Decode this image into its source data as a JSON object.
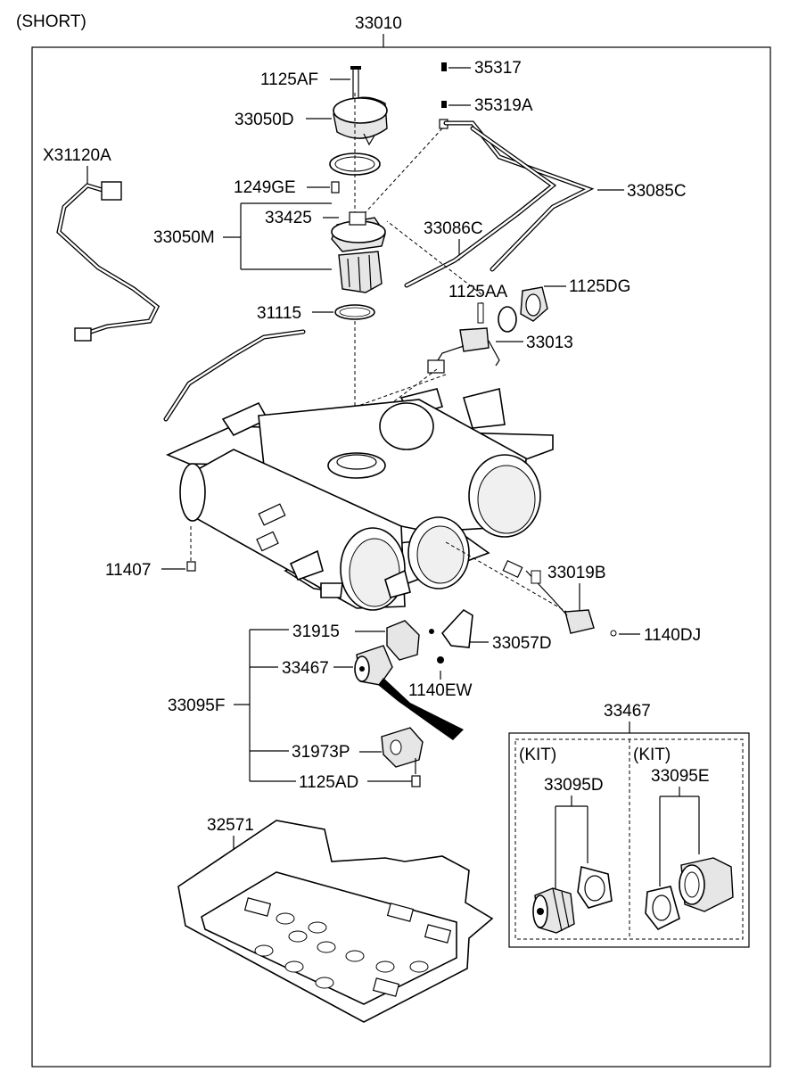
{
  "header": {
    "variant": "(SHORT)",
    "assembly": "33010"
  },
  "parts": {
    "p1125AF": "1125AF",
    "p33050D": "33050D",
    "p35317": "35317",
    "p35319A": "35319A",
    "pX31120A": "X31120A",
    "p1249GE": "1249GE",
    "p33425": "33425",
    "p33050M": "33050M",
    "p33085C": "33085C",
    "p33086C": "33086C",
    "p1125AA": "1125AA",
    "p1125DG": "1125DG",
    "p31115": "31115",
    "p33013": "33013",
    "p11407": "11407",
    "p33019B": "33019B",
    "p31915": "31915",
    "p33057D": "33057D",
    "p1140DJ": "1140DJ",
    "p33467": "33467",
    "p1140EW": "1140EW",
    "p33095F": "33095F",
    "p31973P": "31973P",
    "p1125AD": "1125AD",
    "p32571": "32571"
  },
  "kit_box": {
    "title": "33467",
    "left_kit": "(KIT)",
    "left_part": "33095D",
    "right_kit": "(KIT)",
    "right_part": "33095E"
  }
}
